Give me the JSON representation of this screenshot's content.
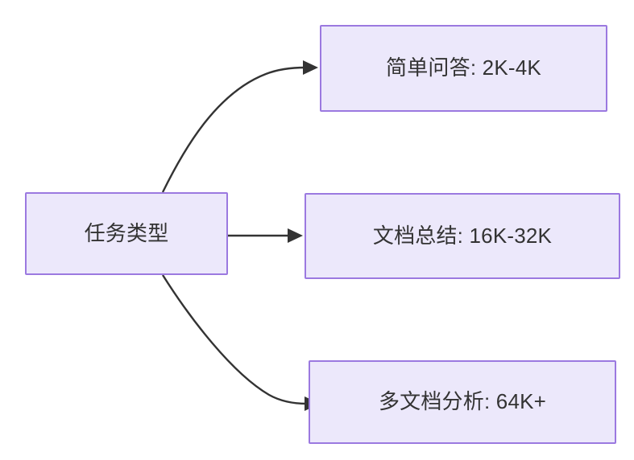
{
  "diagram": {
    "title": "任务类型",
    "type": "flowchart",
    "direction": "left-to-right",
    "background_color": "#ffffff",
    "node_fill_color": "#ECE8FB",
    "node_border_color": "#9B79E0",
    "text_color": "#333333",
    "edge_color": "#333333",
    "source_node": {
      "label": "任务类型"
    },
    "target_nodes": [
      {
        "label": "简单问答: 2K-4K"
      },
      {
        "label": "文档总结: 16K-32K"
      },
      {
        "label": "多文档分析: 64K+"
      }
    ],
    "edges": [
      {
        "from": "任务类型",
        "to": "简单问答: 2K-4K",
        "label": "",
        "style": "curved-arrow"
      },
      {
        "from": "任务类型",
        "to": "文档总结: 16K-32K",
        "label": "",
        "style": "straight-arrow"
      },
      {
        "from": "任务类型",
        "to": "多文档分析: 64K+",
        "label": "",
        "style": "curved-arrow"
      }
    ]
  }
}
